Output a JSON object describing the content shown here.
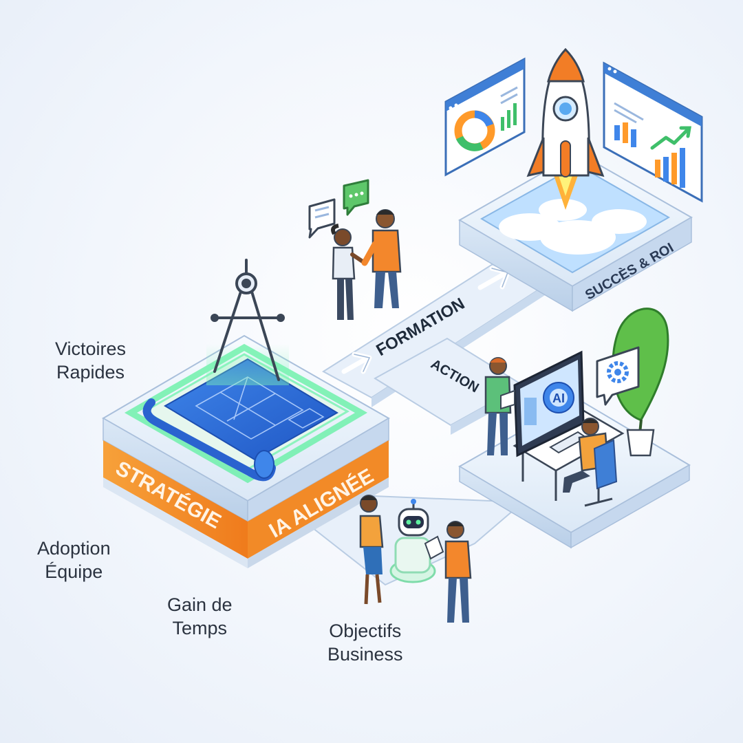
{
  "stages": {
    "strategy_left": "STRATÉGIE",
    "strategy_right": "IA ALIGNÉE",
    "formation": "FORMATION",
    "action": "ACTION",
    "success": "SUCCÈS & ROI"
  },
  "monitor_badge": "AI",
  "labels": {
    "victoires": [
      "Victoires",
      "Rapides"
    ],
    "adoption": [
      "Adoption",
      "Équipe"
    ],
    "gain": [
      "Gain de",
      "Temps"
    ],
    "objectifs": [
      "Objectifs",
      "Business"
    ]
  },
  "colors": {
    "accent_orange": "#f08a24",
    "platform_blue": "#cfe0f3",
    "glow_green": "#5ff0a0",
    "blueprint": "#2f6fd8",
    "text": "#2b3340"
  },
  "icons": [
    "compass-icon",
    "blueprint-icon",
    "rocket-icon",
    "chat-bubble-icon",
    "gear-icon",
    "robot-icon",
    "plant-icon",
    "dashboard-icon"
  ]
}
